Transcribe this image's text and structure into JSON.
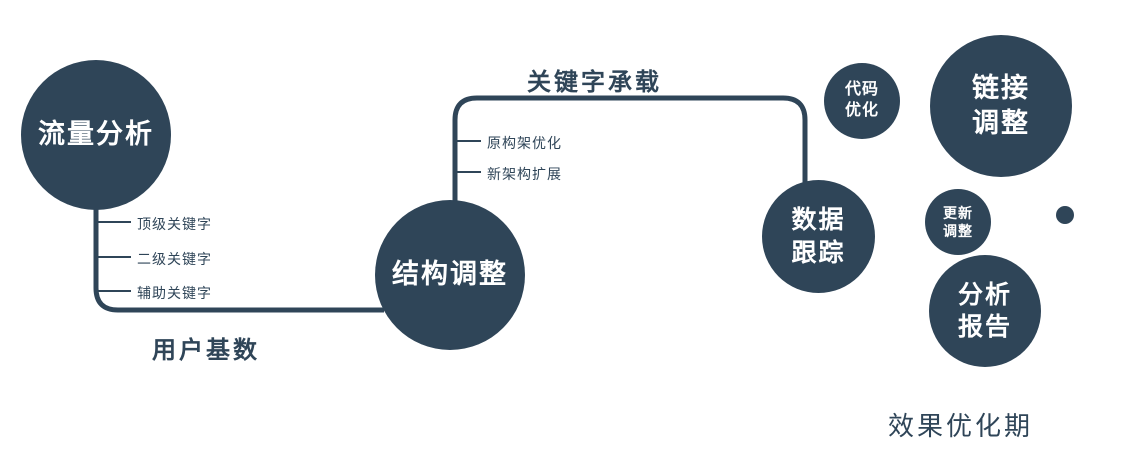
{
  "diagram": {
    "accent_color": "#2f4558",
    "nodes": {
      "traffic_analysis": {
        "label": "流量分析"
      },
      "structure_adjustment": {
        "label": "结构调整"
      },
      "data_tracking": {
        "line1": "数据",
        "line2": "跟踪"
      },
      "code_optimization": {
        "line1": "代码",
        "line2": "优化"
      },
      "link_adjustment": {
        "line1": "链接",
        "line2": "调整"
      },
      "update_adjustment": {
        "line1": "更新",
        "line2": "调整"
      },
      "analysis_report": {
        "line1": "分析",
        "line2": "报告"
      }
    },
    "edge_labels": {
      "keyword_carrying": "关键字承载",
      "user_base": "用户基数"
    },
    "branch_labels": {
      "traffic": [
        "顶级关键字",
        "二级关键字",
        "辅助关键字"
      ],
      "structure": [
        "原构架优化",
        "新架构扩展"
      ]
    },
    "caption": "效果优化期"
  }
}
